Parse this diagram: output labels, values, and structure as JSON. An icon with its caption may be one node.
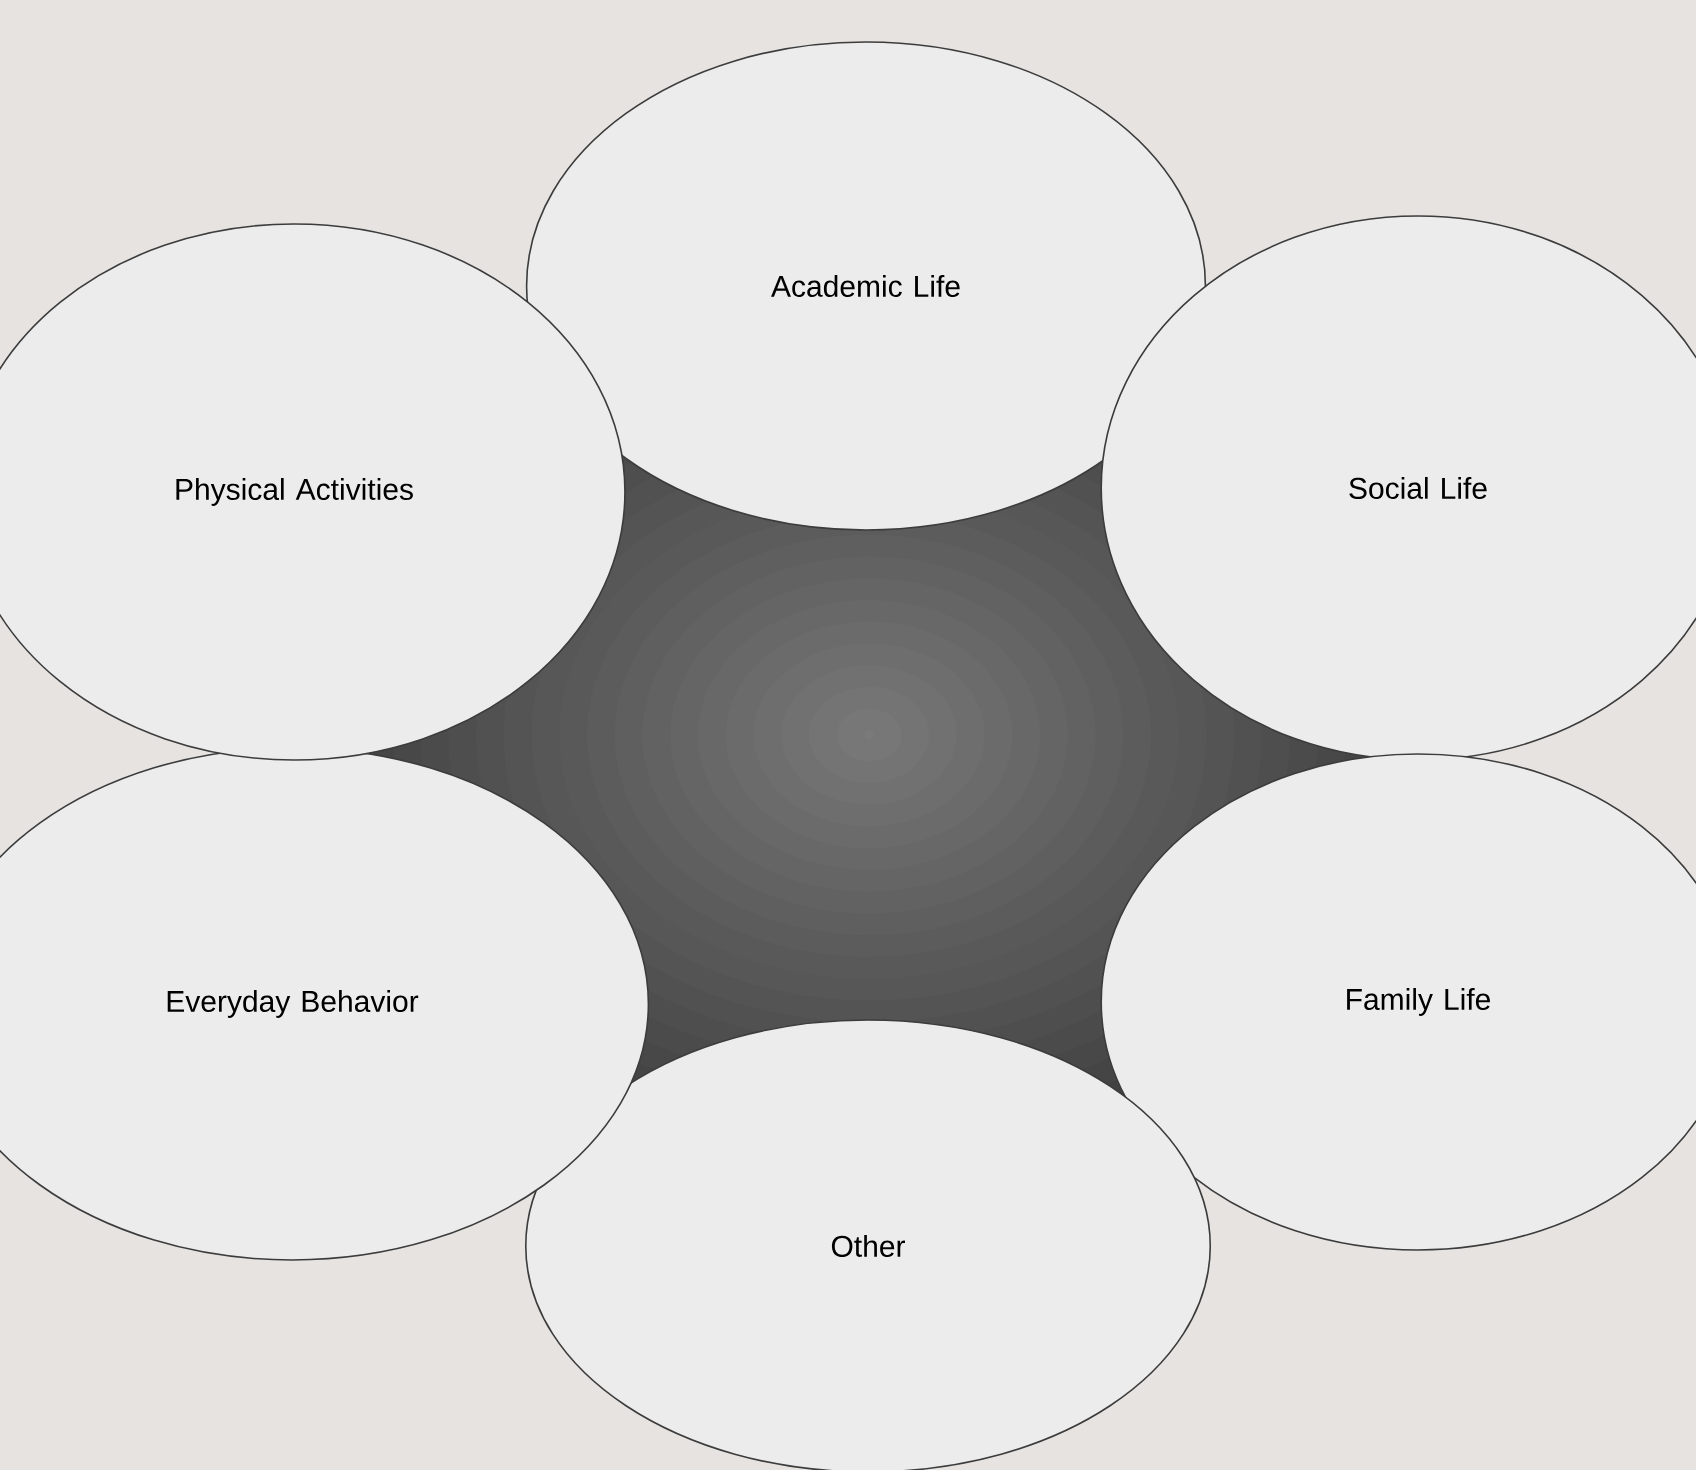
{
  "diagram": {
    "nodes": [
      {
        "text": [
          "Academic Life"
        ]
      },
      {
        "text": [
          "Social Life"
        ]
      },
      {
        "text": [
          "Family Life"
        ]
      },
      {
        "text": [
          "Other"
        ]
      },
      {
        "text": [
          "Everyday Behavior"
        ]
      },
      {
        "text": [
          "Physical Activities"
        ]
      }
    ]
  }
}
